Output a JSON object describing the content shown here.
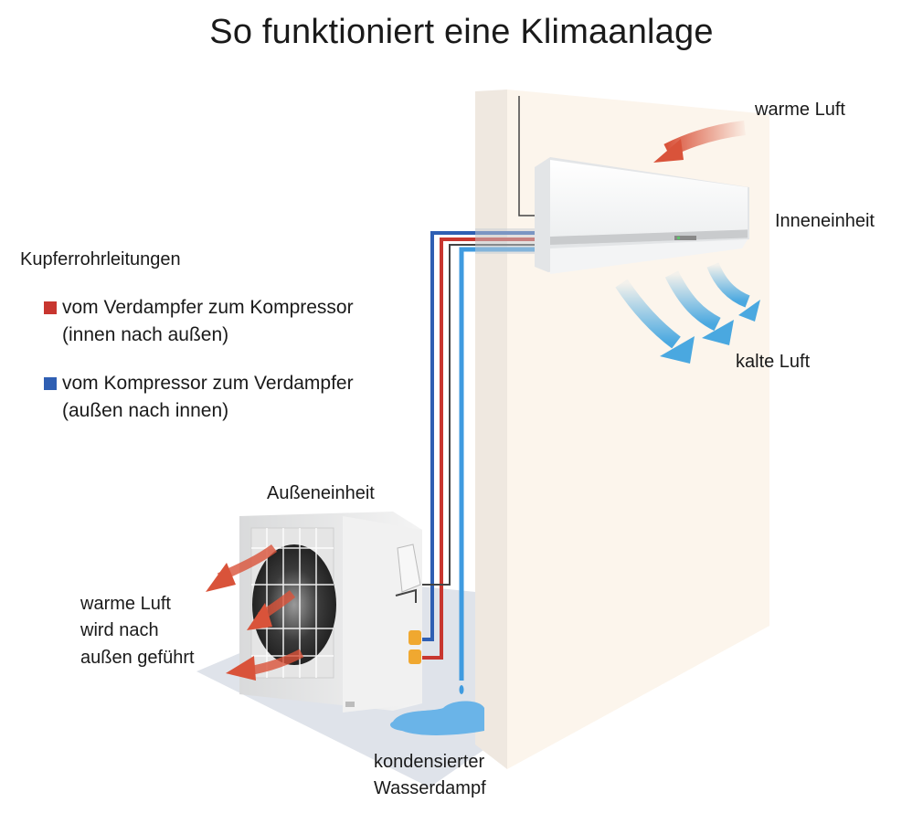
{
  "title": "So funktioniert eine Klimaanlage",
  "legend": {
    "heading": "Kupferrohrleitungen",
    "items": [
      {
        "line1": "vom Verdampfer zum Kompressor",
        "line2": "(innen nach außen)",
        "color": "#c8362f"
      },
      {
        "line1": "vom Kompressor zum Verdampfer",
        "line2": "(außen nach innen)",
        "color": "#2f5fb3"
      }
    ]
  },
  "labels": {
    "warm_air_in": "warme Luft",
    "indoor_unit": "Inneneinheit",
    "cold_air": "kalte Luft",
    "outdoor_unit": "Außeneinheit",
    "warm_air_out": [
      "warme Luft",
      "wird nach",
      "außen geführt"
    ],
    "condensate": [
      "kondensierter",
      "Wasserdampf"
    ]
  },
  "colors": {
    "warm_arrow": "#d9533a",
    "cold_arrow": "#4aa8e0",
    "pipe_red": "#c8362f",
    "pipe_blue": "#2f5fb3",
    "pipe_light_blue": "#3f9be0",
    "pipe_dark": "#444444",
    "wall": "#fbf3e8",
    "floor": "#dde2ea",
    "water": "#6ab4e8",
    "valve": "#f0a830"
  }
}
